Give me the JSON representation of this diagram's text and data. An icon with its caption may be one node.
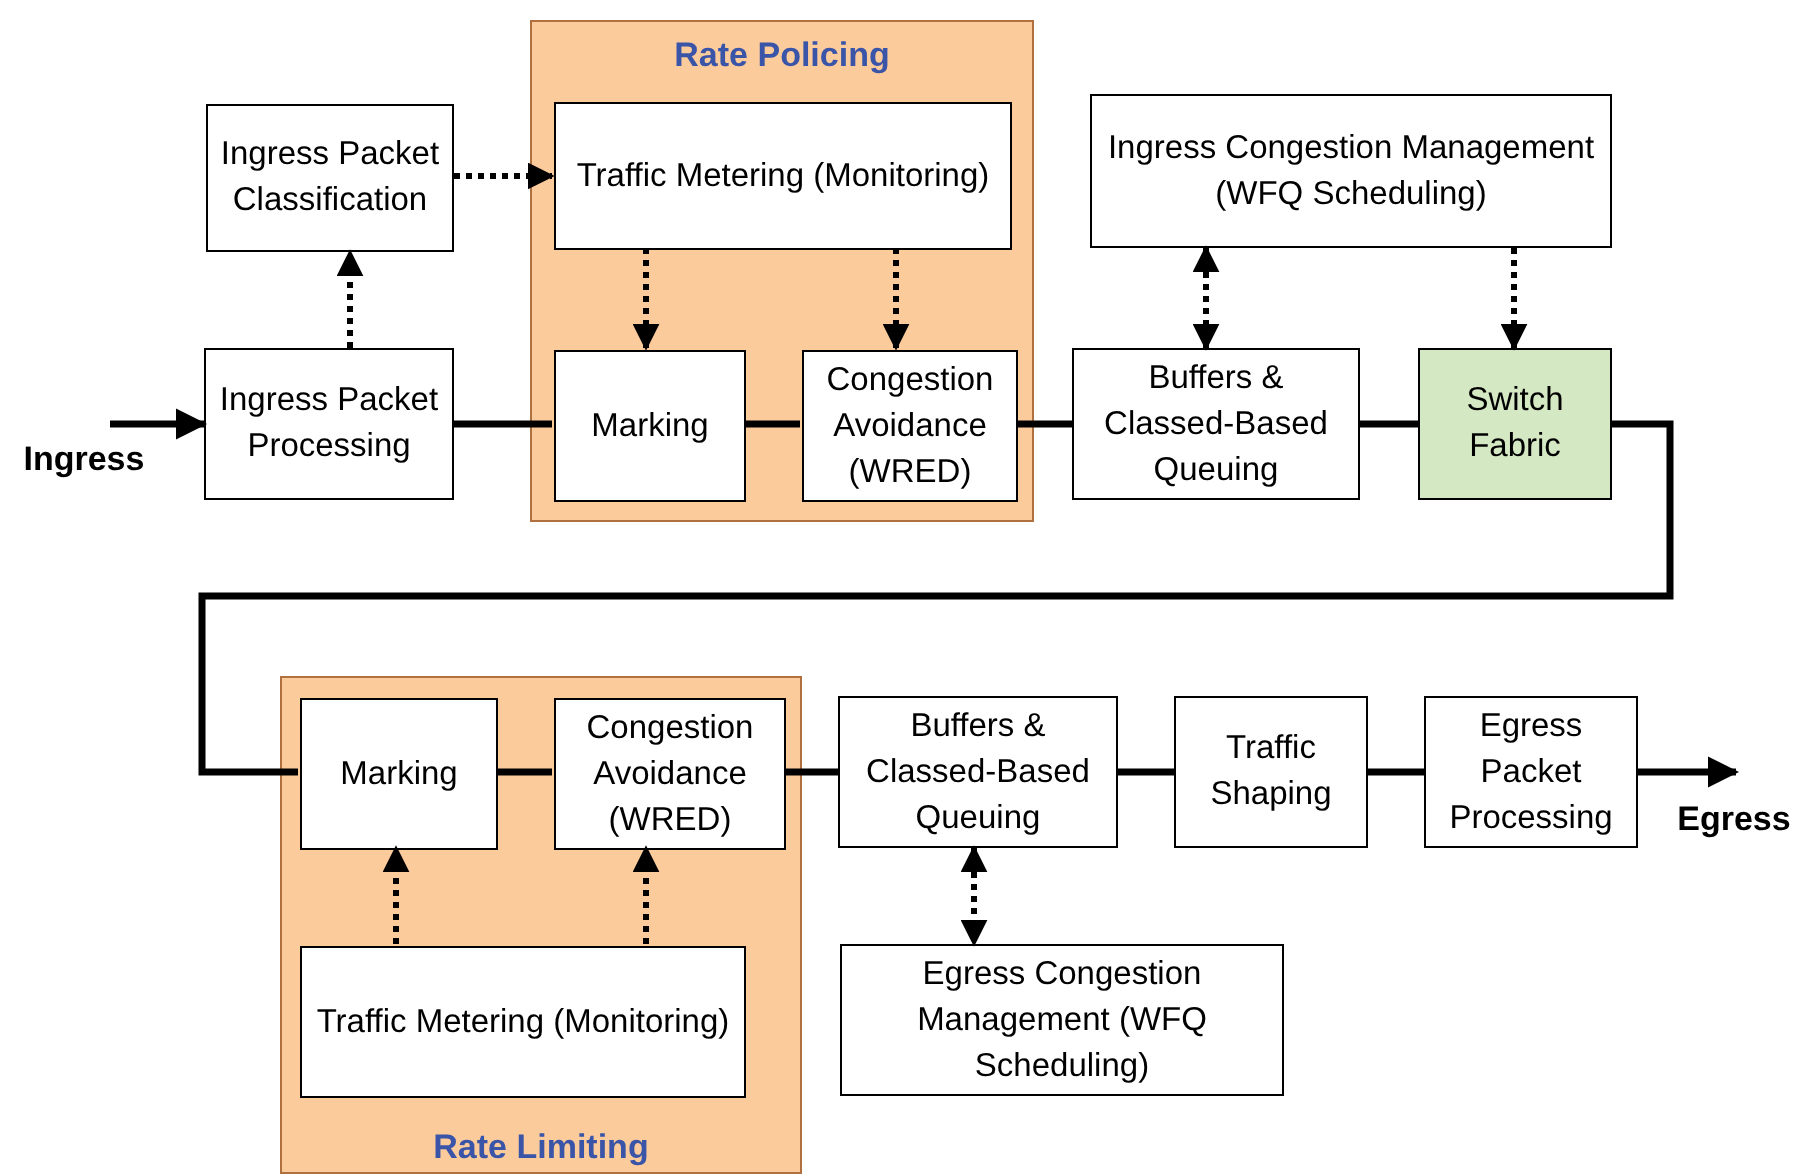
{
  "diagram": {
    "nodes": [
      {
        "text": [
          "Rate Policing"
        ]
      },
      {
        "text": [
          "Ingress Packet Classification"
        ]
      },
      {
        "text": [
          "Traffic Metering (Monitoring)"
        ],
        "in": 0
      },
      {
        "text": [
          "Ingress Congestion Management (WFQ Scheduling)"
        ]
      },
      {
        "text": [
          "Ingress Packet Processing"
        ]
      },
      {
        "text": [
          "Marking"
        ],
        "in": 0
      },
      {
        "text": [
          "Congestion Avoidance (WRED)"
        ],
        "in": 0
      },
      {
        "text": [
          "Buffers & Classed-Based Queuing"
        ]
      },
      {
        "text": [
          "Switch Fabric"
        ]
      },
      {
        "text": [
          "Rate Limiting"
        ]
      },
      {
        "text": [
          "Marking"
        ],
        "in": 9
      },
      {
        "text": [
          "Congestion Avoidance (WRED)"
        ],
        "in": 9
      },
      {
        "text": [
          "Buffers & Classed-Based Queuing"
        ]
      },
      {
        "text": [
          "Traffic Shaping"
        ]
      },
      {
        "text": [
          "Egress Packet Processing"
        ]
      },
      {
        "text": [
          "Traffic Metering (Monitoring)"
        ],
        "in": 9
      },
      {
        "text": [
          "Egress Congestion Management (WFQ Scheduling)"
        ]
      },
      {
        "text": [
          "Ingress"
        ]
      },
      {
        "text": [
          "Egress"
        ]
      }
    ],
    "edges": [
      {
        "from": 17,
        "to": 4,
        "arrow": "to"
      },
      {
        "from": 4,
        "to": 5,
        "arrow": "none"
      },
      {
        "from": 5,
        "to": 6,
        "arrow": "none"
      },
      {
        "from": 6,
        "to": 7,
        "arrow": "none"
      },
      {
        "from": 7,
        "to": 8,
        "arrow": "none"
      },
      {
        "from": 8,
        "to": 10,
        "arrow": "none"
      },
      {
        "from": 10,
        "to": 11,
        "arrow": "none"
      },
      {
        "from": 11,
        "to": 12,
        "arrow": "none"
      },
      {
        "from": 12,
        "to": 13,
        "arrow": "none"
      },
      {
        "from": 13,
        "to": 14,
        "arrow": "none"
      },
      {
        "from": 14,
        "to": 18,
        "arrow": "to"
      },
      {
        "from": 4,
        "to": 1,
        "arrow": "to",
        "style": "dashed"
      },
      {
        "from": 1,
        "to": 2,
        "arrow": "to",
        "style": "dashed"
      },
      {
        "from": 2,
        "to": 5,
        "arrow": "to",
        "style": "dashed"
      },
      {
        "from": 2,
        "to": 6,
        "arrow": "to",
        "style": "dashed"
      },
      {
        "from": 3,
        "to": 7,
        "arrow": "both",
        "style": "dashed"
      },
      {
        "from": 3,
        "to": 8,
        "arrow": "to",
        "style": "dashed"
      },
      {
        "from": 15,
        "to": 10,
        "arrow": "to",
        "style": "dashed"
      },
      {
        "from": 15,
        "to": 11,
        "arrow": "to",
        "style": "dashed"
      },
      {
        "from": 12,
        "to": 16,
        "arrow": "both",
        "style": "dashed"
      }
    ]
  }
}
